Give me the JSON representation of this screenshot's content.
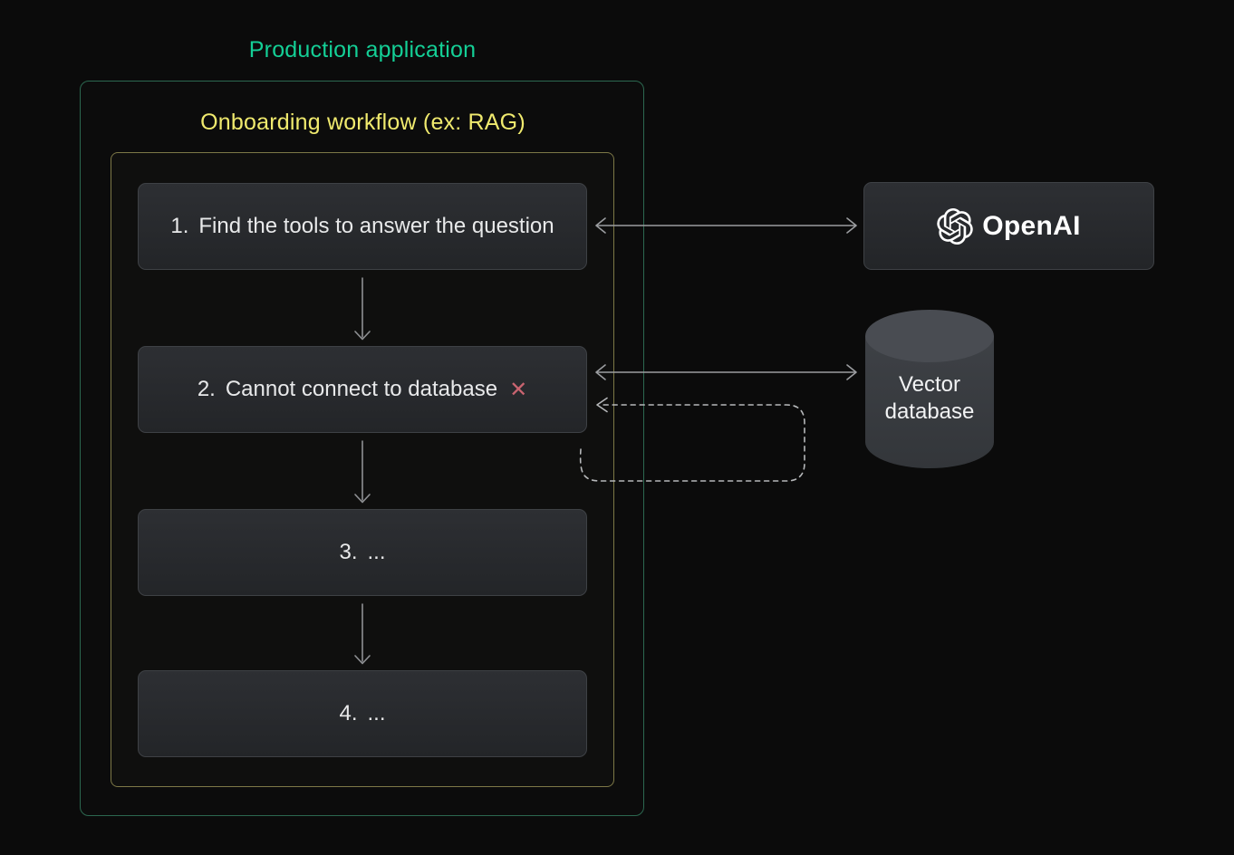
{
  "page": {
    "background": "#0b0b0b"
  },
  "production_app": {
    "title": "Production application",
    "accent": "#14cf96"
  },
  "workflow": {
    "title": "Onboarding workflow (ex: RAG)",
    "accent": "#f0ea6e"
  },
  "steps": [
    {
      "number": "1.",
      "label": "Find the tools to answer the question"
    },
    {
      "number": "2.",
      "label": "Cannot connect to database",
      "error_icon": "✕",
      "error_color": "#c96470"
    },
    {
      "number": "3.",
      "label": "..."
    },
    {
      "number": "4.",
      "label": "..."
    }
  ],
  "services": {
    "openai": {
      "label": "OpenAI",
      "icon": "openai-logo-icon"
    },
    "vector_db": {
      "label_lines": [
        "Vector",
        "database"
      ]
    }
  },
  "connections": [
    {
      "from": "step-1",
      "to": "openai",
      "style": "solid",
      "bidirectional": true
    },
    {
      "from": "step-2",
      "to": "vector-db",
      "style": "solid",
      "bidirectional": true
    },
    {
      "from": "step-1",
      "to": "step-2",
      "style": "solid",
      "bidirectional": false
    },
    {
      "from": "step-2",
      "to": "step-3",
      "style": "solid",
      "bidirectional": false
    },
    {
      "from": "step-3",
      "to": "step-4",
      "style": "solid",
      "bidirectional": false
    },
    {
      "from": "step-2-bottom",
      "to": "step-2-right",
      "style": "dashed",
      "bidirectional": false
    }
  ],
  "colors": {
    "green_border": "#2c6850",
    "yellow_border": "#7d7847",
    "arrow": "#9b9da0",
    "dashed_arrow": "#b6b8ba",
    "node_border": "#3e4145",
    "cylinder_top": "#494c52",
    "cylinder_body": "#36393d"
  }
}
